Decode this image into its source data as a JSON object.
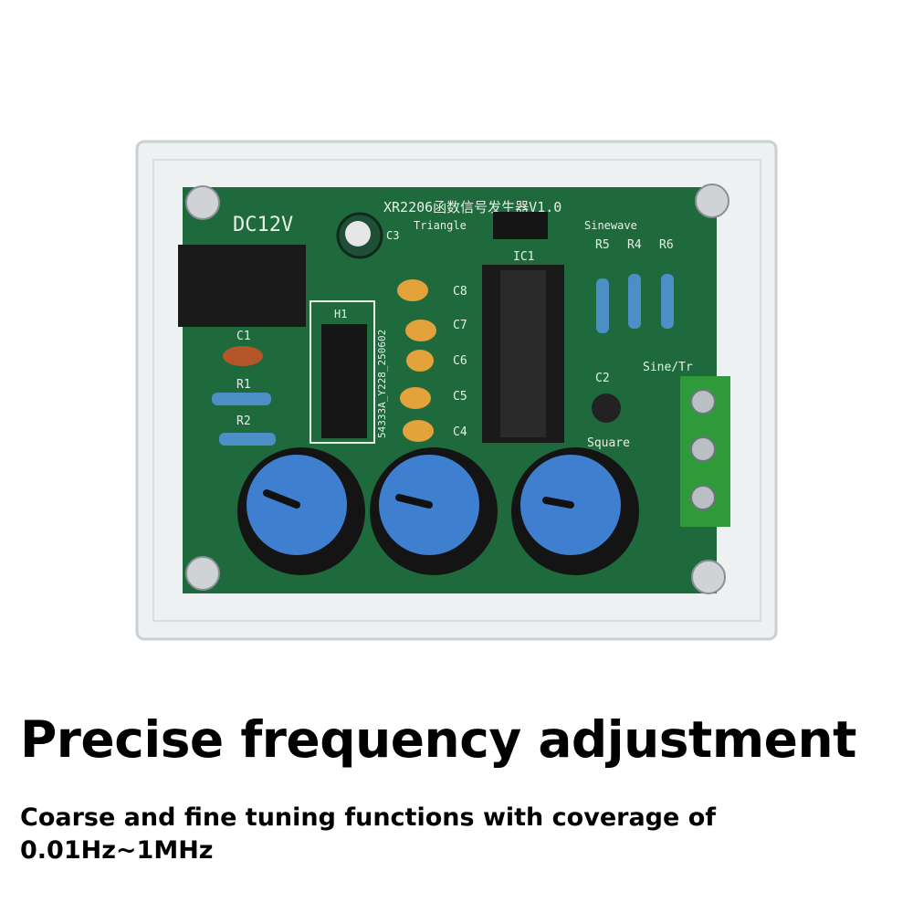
{
  "product_photo": {
    "board_title": "XR2206函数信号发生器V1.0",
    "power_label": "DC12V",
    "waveform_labels": {
      "triangle": "Triangle",
      "sinewave": "Sinewave",
      "square": "Square",
      "output": "Sine/Tr"
    },
    "component_labels": {
      "c1": "C1",
      "c2": "C2",
      "c3": "C3",
      "c4": "C4",
      "c5": "C5",
      "c6": "C6",
      "c7": "C7",
      "c8": "C8",
      "r1": "R1",
      "r2": "R2",
      "r4": "R4",
      "r5": "R5",
      "r6": "R6",
      "ic1": "IC1",
      "h1": "H1"
    },
    "board_code": "54333A_Y228_250602",
    "colors": {
      "pcb": "#1e6a3c",
      "knob_cap": "#3f7fd0",
      "terminal": "#2f9a3a",
      "capacitor": "#e3a23a"
    }
  },
  "headline": "Precise frequency adjustment",
  "subtext": "Coarse and fine tuning functions with coverage of 0.01Hz~1MHz"
}
